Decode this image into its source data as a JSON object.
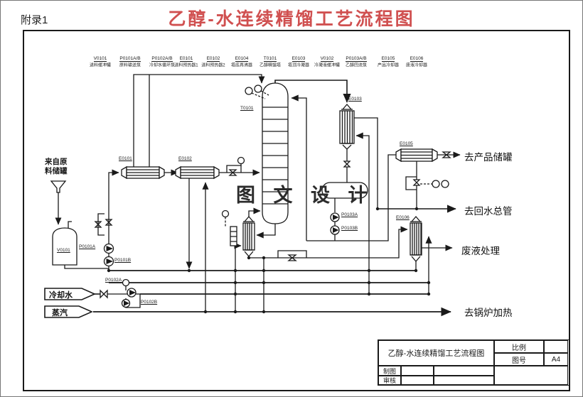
{
  "page": {
    "appendix": "附录1",
    "title": "乙醇-水连续精馏工艺流程图",
    "watermark": "图 文 设 计"
  },
  "legend": [
    {
      "tag": "V0101",
      "name": "进料缓冲罐"
    },
    {
      "tag": "P0101A/B",
      "name": "原料输送泵"
    },
    {
      "tag": "P0102A/B",
      "name": "冷却水循环泵"
    },
    {
      "tag": "E0101",
      "name": "进料预热器1"
    },
    {
      "tag": "E0102",
      "name": "进料预热器2"
    },
    {
      "tag": "E0104",
      "name": "塔底再沸器"
    },
    {
      "tag": "T0101",
      "name": "乙醇精馏塔"
    },
    {
      "tag": "E0103",
      "name": "塔顶冷凝器"
    },
    {
      "tag": "V0102",
      "name": "冷凝液缓冲罐"
    },
    {
      "tag": "P0103A/B",
      "name": "乙醇回流泵"
    },
    {
      "tag": "E0105",
      "name": "产品冷却器"
    },
    {
      "tag": "E0106",
      "name": "废液冷却器"
    }
  ],
  "tags": {
    "v0101": "V0101",
    "p0101a": "P0101A",
    "p0101b": "P0101B",
    "p0102a": "P0102A",
    "p0102b": "P0102B",
    "e0101": "E0101",
    "e0102": "E0102",
    "t0101": "T0101",
    "e0103": "E0103",
    "p0103a": "P0103A",
    "p0103b": "P0103B",
    "e0105": "E0105",
    "e0106": "E0106"
  },
  "streams": {
    "feed_source": "来自原料储罐",
    "cooling_water": "冷却水",
    "steam": "蒸汽",
    "to_product_tank": "去产品储罐",
    "to_return_water_main": "去回水总管",
    "to_waste_treatment": "废液处理",
    "to_boiler_heating": "去锅炉加热"
  },
  "title_block": {
    "title": "乙醇-水连续精馏工艺流程图",
    "scale_label": "比例",
    "scale_value": "",
    "drawing_no_label": "图号",
    "drawing_no_value": "A4",
    "drafter_label": "制图",
    "reviewer_label": "审核"
  },
  "colors": {
    "title_red": "#d05050",
    "line": "#1a1a1a",
    "watermark": "#2b2b2b"
  }
}
